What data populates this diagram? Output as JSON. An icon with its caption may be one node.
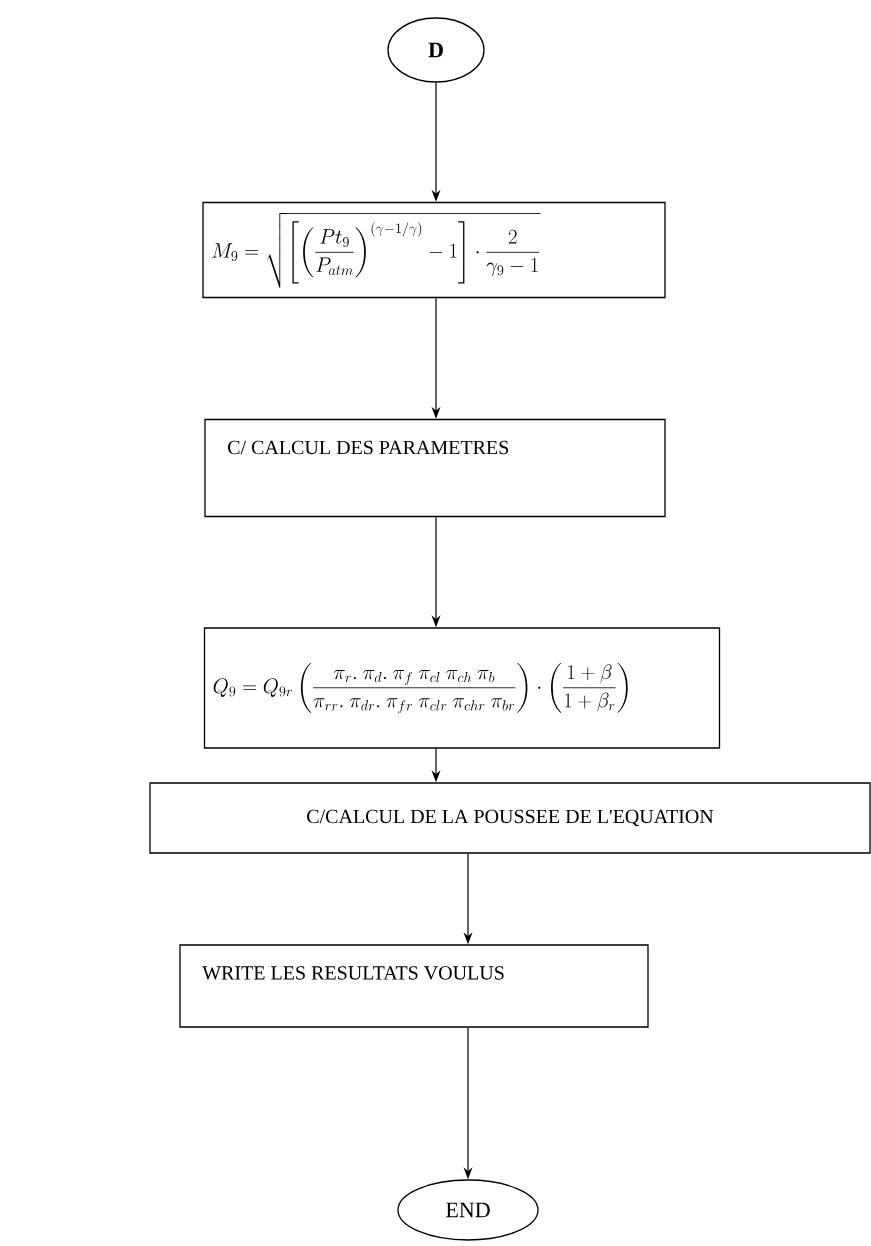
{
  "diagram": {
    "nodes": [
      {
        "text": [
          "D"
        ]
      },
      {
        "text": [
          "M_9 = \\sqrt{\\left[\\left(\\frac{Pt_9}{P_{atm}}\\right)^{\\left(\\gamma-1/\\gamma\\right)}-1\\right]\\cdot\\frac{2}{\\gamma_9-1}}"
        ]
      },
      {
        "text": [
          "C/ CALCUL DES PARAMETRES"
        ]
      },
      {
        "text": [
          "Q_9 = Q_{9r}\\left(\\frac{\\pi_r .\\ \\pi_d .\\ \\pi_f\\ \\pi_{cl}\\ \\pi_{ch}\\ \\pi_b}{\\pi_{rr} .\\ \\pi_{dr} .\\ \\pi_{fr}\\ \\pi_{clr}\\ \\pi_{chr}\\ \\pi_{br}}\\right)\\cdot\\left(\\frac{1+\\beta}{1+\\beta_r}\\right)"
        ]
      },
      {
        "text": [
          "C/CALCUL DE LA POUSSEE DE  L'EQUATION"
        ]
      },
      {
        "text": [
          "WRITE LES RESULTATS VOULUS"
        ]
      },
      {
        "text": [
          "END"
        ]
      }
    ],
    "edges": [
      {
        "from": 0,
        "to": 1,
        "arrow": "to"
      },
      {
        "from": 1,
        "to": 2,
        "arrow": "to"
      },
      {
        "from": 2,
        "to": 3,
        "arrow": "to"
      },
      {
        "from": 3,
        "to": 4,
        "arrow": "to"
      },
      {
        "from": 4,
        "to": 5,
        "arrow": "to"
      },
      {
        "from": 5,
        "to": 6,
        "arrow": "to"
      }
    ]
  }
}
